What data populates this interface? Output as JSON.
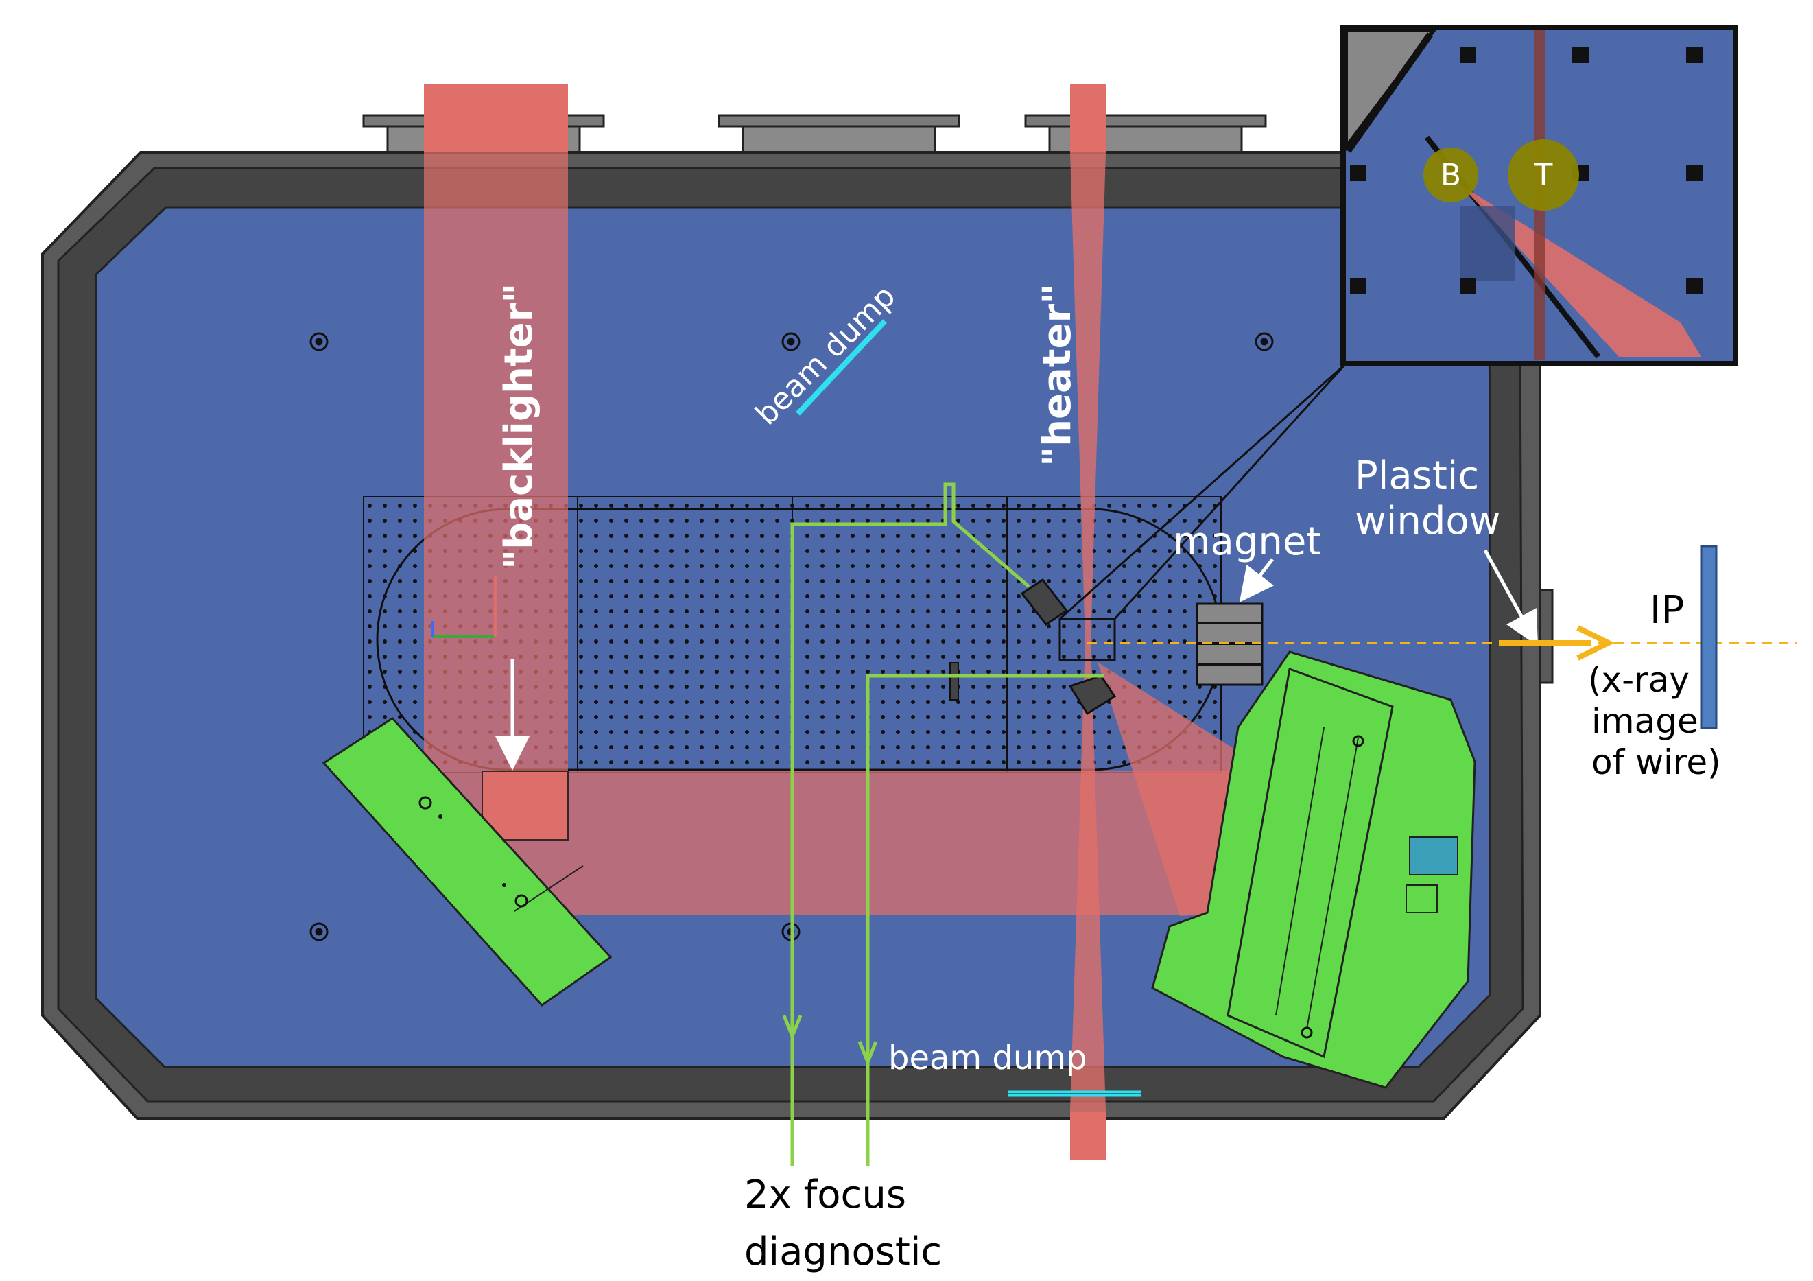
{
  "labels": {
    "backlighter": "\"backlighter\"",
    "heater": "\"heater\"",
    "beam_dump_top": "beam dump",
    "beam_dump_bottom": "beam dump",
    "magnet": "magnet",
    "plastic_window_line1": "Plastic",
    "plastic_window_line2": "window",
    "ip": "IP",
    "ip_note_line1": "(x-ray",
    "ip_note_line2": "image",
    "ip_note_line3": "of wire)",
    "focus_line1": "2x focus",
    "focus_line2": "diagnostic",
    "inset_b": "B",
    "inset_t": "T"
  },
  "colors": {
    "chamber_wall": "#4a4a4a",
    "chamber_floor": "#4e69aa",
    "laser_beam": "#e06f6a",
    "green_parts": "#61d94a",
    "focus_path": "#8dd14a",
    "beam_dump": "#2ee0f0",
    "xray_path": "#f5b51a",
    "image_plate": "#4e7fc0",
    "marker_circle": "#8a8400"
  }
}
